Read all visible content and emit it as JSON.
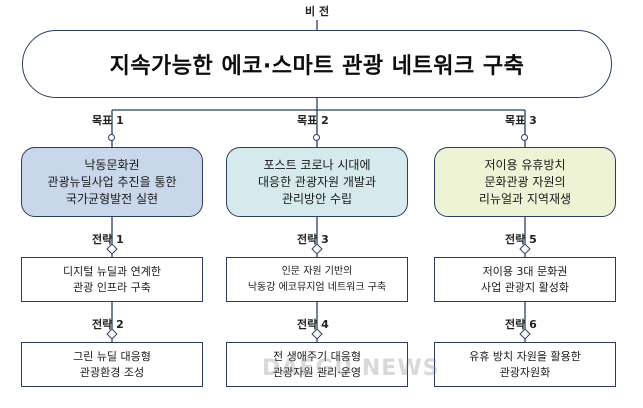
{
  "vision": {
    "label": "비 전",
    "title": "지속가능한 에코·스마트 관광 네트워크 구축"
  },
  "goals": [
    {
      "label": "목표 1",
      "lines": [
        "낙동문화권",
        "관광뉴딜사업 추진을 통한",
        "국가균형발전 실현"
      ],
      "color": "#c9d7ea"
    },
    {
      "label": "목표 2",
      "lines": [
        "포스트 코로나 시대에",
        "대응한 관광자원 개발과",
        "관리방안 수립"
      ],
      "color": "#d6e9ec"
    },
    {
      "label": "목표 3",
      "lines": [
        "저이용 유휴방치",
        "문화관광 자원의",
        "리뉴얼과 지역재생"
      ],
      "color": "#eef3d6"
    }
  ],
  "strategies": [
    {
      "label": "전략 1",
      "lines": [
        "디지털 뉴딜과 연계한",
        "관광 인프라 구축"
      ]
    },
    {
      "label": "전략 2",
      "lines": [
        "그린 뉴딜 대응형",
        "관광환경 조성"
      ]
    },
    {
      "label": "전략 3",
      "lines": [
        "인문 자원 기반의",
        "낙동강 에코뮤지엄 네트워크 구축"
      ]
    },
    {
      "label": "전략 4",
      "lines": [
        "전 생애주기 대응형",
        "관광자원 관리·운영"
      ]
    },
    {
      "label": "전략 5",
      "lines": [
        "저이용 3대 문화권",
        "사업 관광지 활성화"
      ]
    },
    {
      "label": "전략 6",
      "lines": [
        "유휴 방치 자원을 활용한",
        "관광자원화"
      ]
    }
  ],
  "watermark": "DAEGU NEWS"
}
